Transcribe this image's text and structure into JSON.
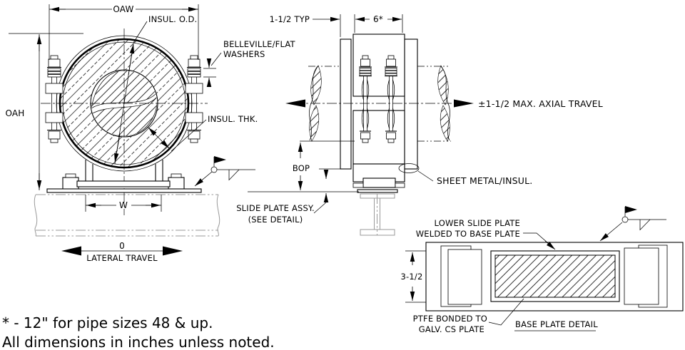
{
  "front": {
    "oaw": "OAW",
    "oah": "OAH",
    "insul_od": "INSUL. O.D.",
    "belleville1": "BELLEVILLE/FLAT",
    "belleville2": "WASHERS",
    "insul_thk": "INSUL. THK.",
    "w": "W",
    "travel_zero": "0",
    "travel_label": "LATERAL TRAVEL"
  },
  "side": {
    "typ": "1-1/2 TYP",
    "six": "6*",
    "axial": "±1-1/2 MAX. AXIAL TRAVEL",
    "bop": "BOP",
    "sheet_metal": "SHEET METAL/INSUL.",
    "slide1": "SLIDE PLATE ASSY.",
    "slide2": "(SEE DETAIL)"
  },
  "detail": {
    "lower1": "LOWER SLIDE PLATE",
    "lower2": "WELDED TO BASE PLATE",
    "height": "3-1/2",
    "ptfe1": "PTFE BONDED TO",
    "ptfe2": "GALV. CS PLATE",
    "title": "BASE PLATE DETAIL"
  },
  "notes": {
    "note1": "* - 12\" for pipe sizes 48 & up.",
    "note2": "All dimensions in inches unless noted."
  },
  "colors": {
    "line": "#000000",
    "existing_steel": "#999999",
    "background": "#ffffff"
  }
}
